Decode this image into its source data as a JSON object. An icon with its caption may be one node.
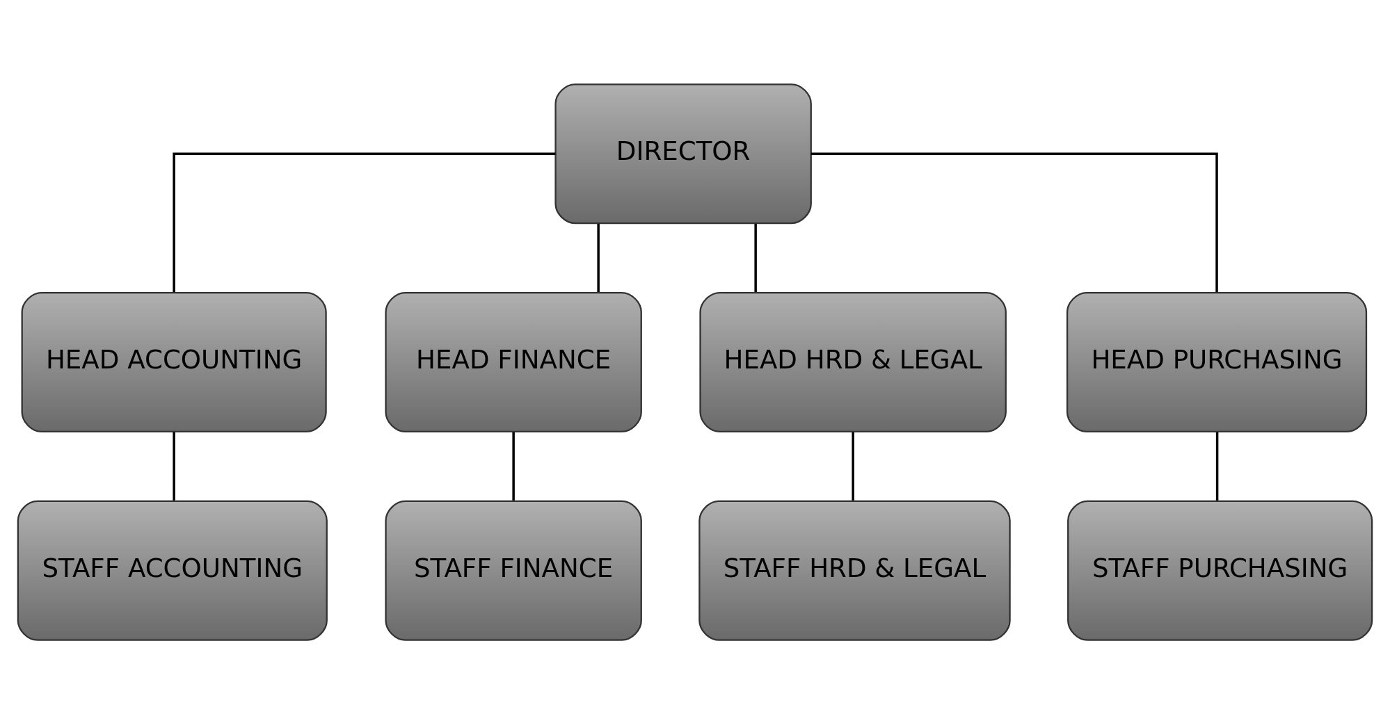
{
  "diagram": {
    "nodes": [
      {
        "text": [
          "DIRECTOR"
        ]
      },
      {
        "text": [
          "HEAD ACCOUNTING"
        ]
      },
      {
        "text": [
          "HEAD FINANCE"
        ]
      },
      {
        "text": [
          "HEAD HRD & LEGAL"
        ]
      },
      {
        "text": [
          "HEAD PURCHASING"
        ]
      },
      {
        "text": [
          "STAFF ACCOUNTING"
        ]
      },
      {
        "text": [
          "STAFF FINANCE"
        ]
      },
      {
        "text": [
          "STAFF HRD & LEGAL"
        ]
      },
      {
        "text": [
          "STAFF PURCHASING"
        ]
      }
    ],
    "edges": [
      {
        "from": 0,
        "to": 1,
        "arrow": "none"
      },
      {
        "from": 0,
        "to": 2,
        "arrow": "none"
      },
      {
        "from": 0,
        "to": 3,
        "arrow": "none"
      },
      {
        "from": 0,
        "to": 4,
        "arrow": "none"
      },
      {
        "from": 1,
        "to": 5,
        "arrow": "none"
      },
      {
        "from": 2,
        "to": 6,
        "arrow": "none"
      },
      {
        "from": 3,
        "to": 7,
        "arrow": "none"
      },
      {
        "from": 4,
        "to": 8,
        "arrow": "none"
      }
    ]
  }
}
